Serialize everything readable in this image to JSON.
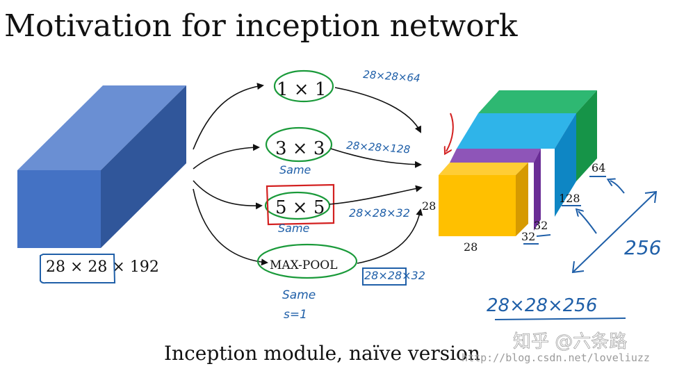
{
  "title": "Motivation for inception network",
  "input": {
    "dims": "28 × 28 × 192"
  },
  "ops": {
    "conv1": "1 × 1",
    "conv3": "3 × 3",
    "conv5": "5 × 5",
    "pool": "MAX-POOL"
  },
  "annotations": {
    "out1": "28×28×64",
    "out3": "28×28×128",
    "out5": "28×28×32",
    "outpool": "28×28×32",
    "same3": "Same",
    "same5": "Same",
    "samepool": "Same",
    "stride": "s=1",
    "depth": "256",
    "total": "28×28×256"
  },
  "output": {
    "label_height": "28",
    "label_width": "28",
    "label_32a": "32",
    "label_32b": "32",
    "label_128": "128",
    "label_64": "64"
  },
  "colors": {
    "block_front": "#4472c4",
    "block_top": "#6a8fd3",
    "block_side": "#30569a",
    "yellow": "#ffc000",
    "purple": "#7030a0",
    "cyan": "#2fb4e9",
    "green": "#2eb872",
    "ink_blue": "#1f5fa8",
    "ink_green": "#1a9a3a",
    "ink_red": "#d32020"
  },
  "caption": "Inception module, naïve version",
  "watermark": {
    "brand": "知乎 @六条路",
    "url": "http://blog.csdn.net/loveliuzz"
  }
}
